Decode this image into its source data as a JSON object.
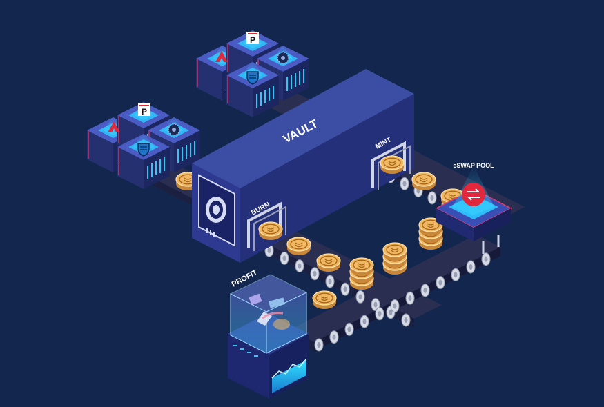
{
  "labels": {
    "vault": "VAULT",
    "mint": "MINT",
    "burn": "BURN",
    "cswap_pool": "cSWAP POOL",
    "profit": "PROFIT"
  },
  "icons": {
    "node_cluster_icons": [
      "a-logo-icon",
      "p-logo-icon",
      "shield-logo-icon",
      "cog-logo-icon"
    ],
    "coin": "smile-coin-icon",
    "swap": "swap-arrows-icon",
    "safe": "vault-dial-icon"
  },
  "colors": {
    "background": "#13264d",
    "vault_top": "#3c4ea3",
    "vault_side": "#25307a",
    "coin": "#f0b860",
    "coin_edge": "#c9873a",
    "swap_red": "#e2283d",
    "accent_cyan": "#3ad7ff"
  }
}
